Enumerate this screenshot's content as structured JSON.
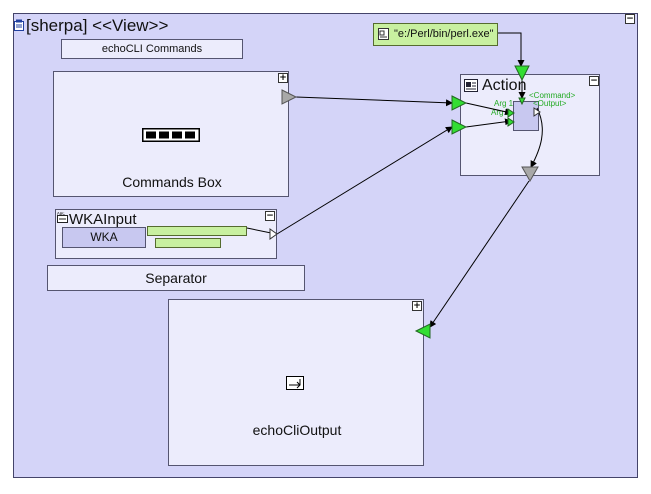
{
  "view": {
    "title": "[sherpa] <<View>>"
  },
  "echo_label": "echoCLI Commands",
  "perl_path": "\"e:/Perl/bin/perl.exe\"",
  "commands_box": {
    "label": "Commands Box",
    "toggle": "+"
  },
  "action": {
    "label": "Action",
    "toggle": "−",
    "port_command": "<Command>",
    "port_output": "<Output>",
    "port_arg1": "Arg 1",
    "port_arg2": "Arg 2"
  },
  "wkainput": {
    "label": "WKAInput",
    "field_label": "WKA",
    "toggle": "−"
  },
  "separator": {
    "label": "Separator"
  },
  "output": {
    "label": "echoCliOutput",
    "toggle": "+"
  },
  "view_toggle": "−",
  "colors": {
    "canvas": "#d4d4f8",
    "port_green": "#33dd33",
    "port_gray": "#a8a8a8",
    "perl_box": "#c8f0a0"
  }
}
